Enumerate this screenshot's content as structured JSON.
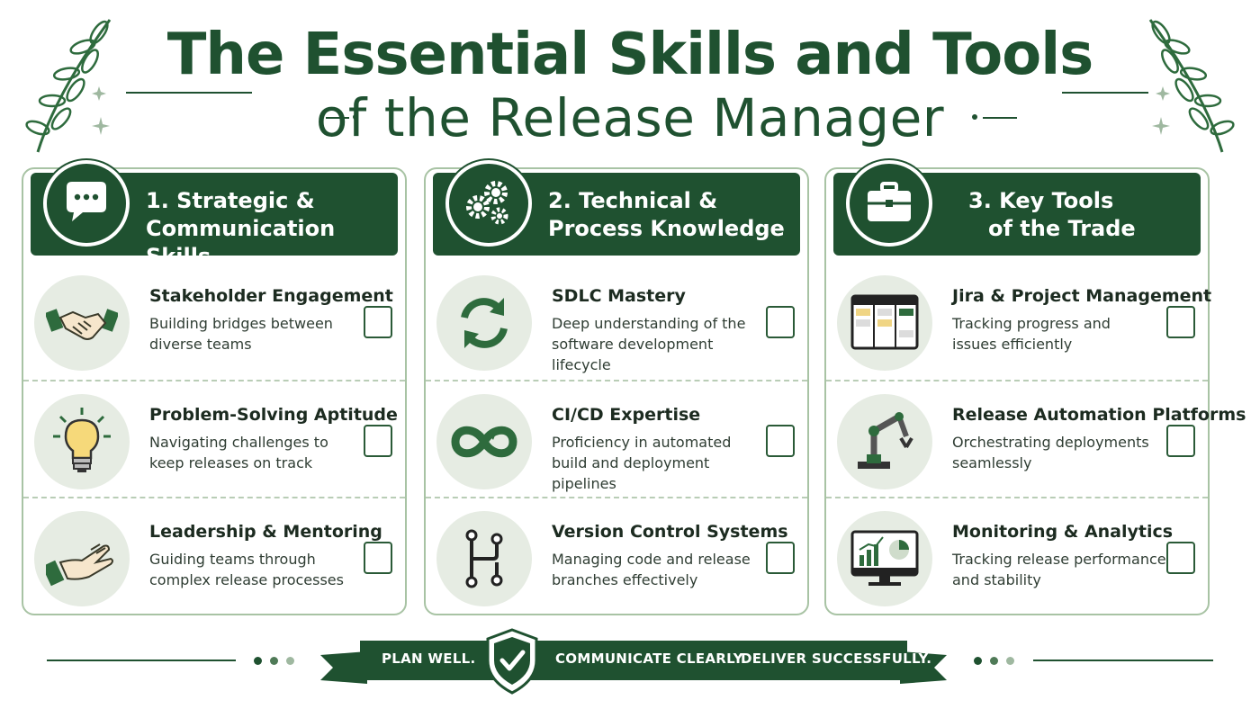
{
  "title": {
    "line1": "The Essential Skills and Tools",
    "line2": "of the Release Manager"
  },
  "colors": {
    "primary": "#1f5130",
    "panel_border": "#a8c3a4",
    "icon_bg": "#e6ece3"
  },
  "panels": [
    {
      "banner_line1": "1. Strategic &",
      "banner_line2": "Communication Skills",
      "banner_icon": "speech-bubble-icon",
      "items": [
        {
          "title": "Stakeholder Engagement",
          "desc_line1": "Building bridges between",
          "desc_line2": "diverse teams",
          "icon": "handshake-icon"
        },
        {
          "title": "Problem-Solving Aptitude",
          "desc_line1": "Navigating challenges to",
          "desc_line2": "keep releases on track",
          "icon": "lightbulb-icon"
        },
        {
          "title": "Leadership & Mentoring",
          "desc_line1": "Guiding teams through",
          "desc_line2": "complex release processes",
          "icon": "open-hand-icon"
        }
      ]
    },
    {
      "banner_line1": "2. Technical &",
      "banner_line2": "Process Knowledge",
      "banner_icon": "gears-icon",
      "items": [
        {
          "title": "SDLC Mastery",
          "desc_line1": "Deep understanding of the",
          "desc_line2": "software development lifecycle",
          "icon": "cycle-arrows-icon"
        },
        {
          "title": "CI/CD Expertise",
          "desc_line1": "Proficiency in automated",
          "desc_line2": "build and deployment pipelines",
          "icon": "infinity-loop-icon"
        },
        {
          "title": "Version Control Systems",
          "desc_line1": "Managing code and release",
          "desc_line2": "branches effectively",
          "icon": "git-branch-icon"
        }
      ]
    },
    {
      "banner_line1": "3. Key Tools",
      "banner_line2": "of the Trade",
      "banner_icon": "toolbox-icon",
      "items": [
        {
          "title": "Jira & Project Management",
          "desc_line1": "Tracking progress and",
          "desc_line2": "issues efficiently",
          "icon": "kanban-board-icon"
        },
        {
          "title": "Release Automation Platforms",
          "desc_line1": "Orchestrating deployments",
          "desc_line2": "seamlessly",
          "icon": "robot-arm-icon"
        },
        {
          "title": "Monitoring & Analytics",
          "desc_line1": "Tracking release performance",
          "desc_line2": "and stability",
          "icon": "monitor-chart-icon"
        }
      ]
    }
  ],
  "footer": {
    "slogan1": "PLAN WELL.",
    "slogan2": "COMMUNICATE CLEARLY.",
    "slogan3": "DELIVER SUCCESSFULLY.",
    "badge_icon": "shield-check-icon"
  }
}
